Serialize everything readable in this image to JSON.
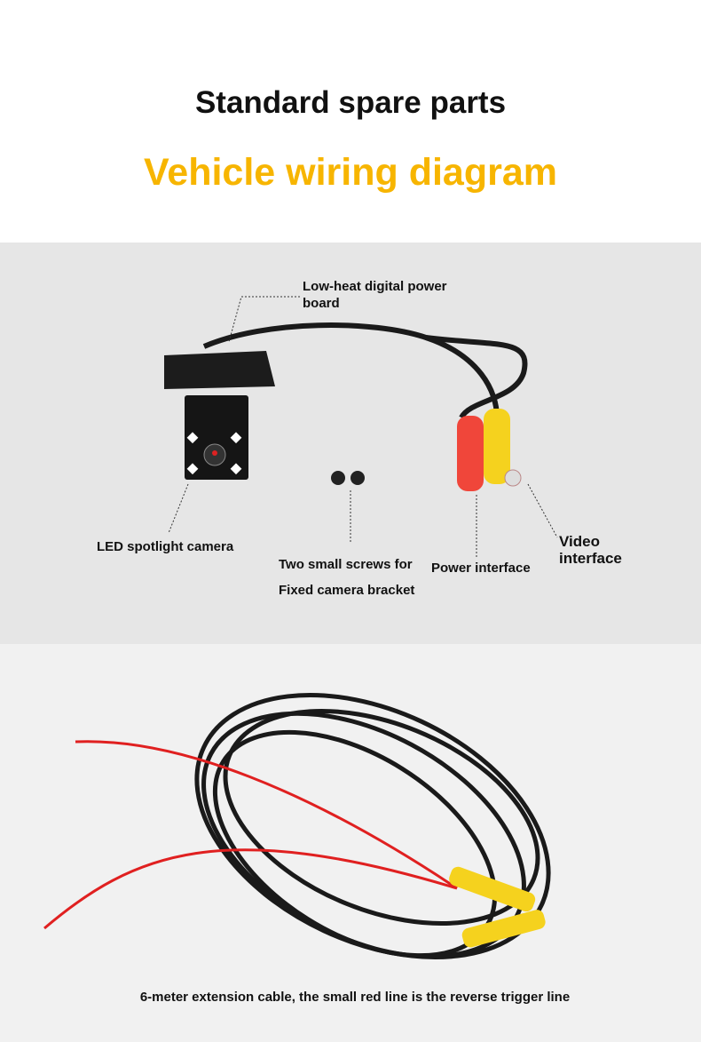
{
  "header": {
    "title": "Standard spare parts",
    "subtitle": "Vehicle wiring diagram"
  },
  "diagram": {
    "labels": {
      "power_board": "Low-heat digital power board",
      "camera": "LED spotlight camera",
      "screws_line1": "Two small screws for",
      "screws_line2": "Fixed camera bracket",
      "power": "Power interface",
      "video": "Video interface"
    }
  },
  "cable": {
    "caption": "6-meter extension cable, the small red line is the reverse trigger line"
  },
  "colors": {
    "accent": "#f7b500",
    "red_plug": "#f0463a",
    "yellow_plug": "#f5d21e"
  }
}
